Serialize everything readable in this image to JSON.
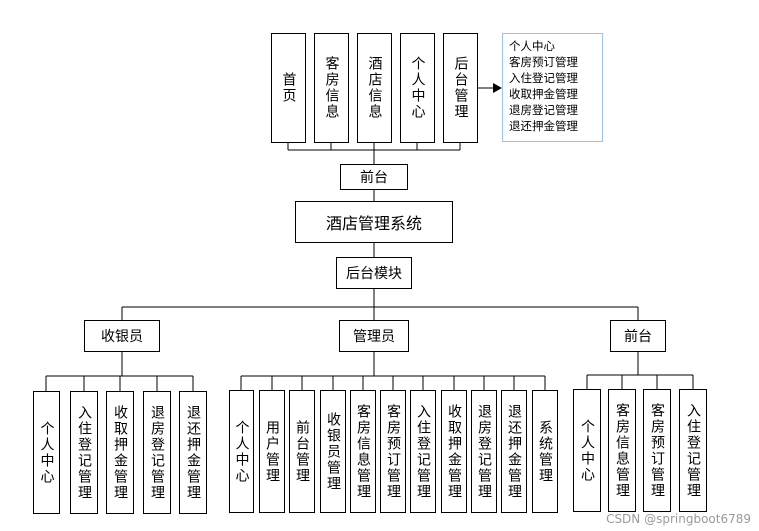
{
  "top_pages": [
    "首页",
    "客房信息",
    "酒店信息",
    "个人中心",
    "后台管理"
  ],
  "backend_note": [
    "个人中心",
    "客房预订管理",
    "入住登记管理",
    "收取押金管理",
    "退房登记管理",
    "退还押金管理"
  ],
  "front_desk_label": "前台",
  "system_title": "酒店管理系统",
  "backend_module_label": "后台模块",
  "roles": {
    "cashier": {
      "label": "收银员",
      "items": [
        "个人中心",
        "入住登记管理",
        "收取押金管理",
        "退房登记管理",
        "退还押金管理"
      ]
    },
    "admin": {
      "label": "管理员",
      "items": [
        "个人中心",
        "用户管理",
        "前台管理",
        "收银员管理",
        "客房信息管理",
        "客房预订管理",
        "入住登记管理",
        "收取押金管理",
        "退房登记管理",
        "退还押金管理",
        "系统管理"
      ]
    },
    "reception": {
      "label": "前台",
      "items": [
        "个人中心",
        "客房信息管理",
        "客房预订管理",
        "入住登记管理"
      ]
    }
  },
  "watermark": "CSDN @springboot6789"
}
